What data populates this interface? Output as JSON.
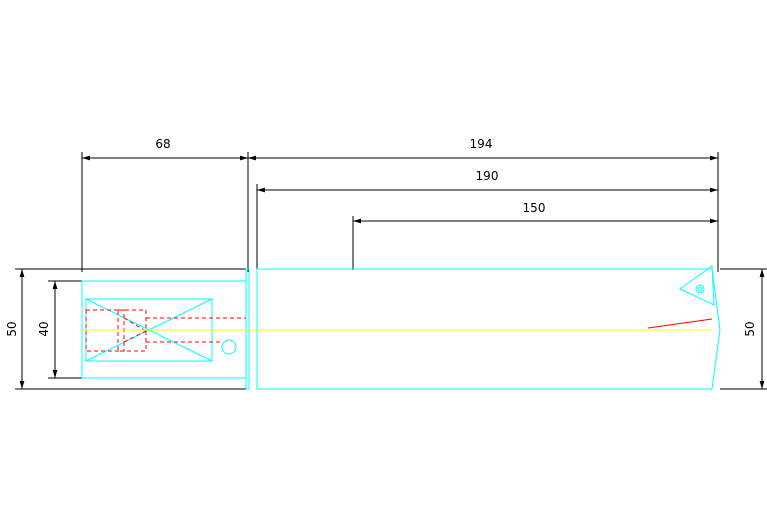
{
  "drawing": {
    "background": "#ffffff",
    "colors": {
      "dimension": "#000000",
      "outline": "#00ffff",
      "hidden": "#ff0000",
      "centerline": "#ffff00"
    },
    "dimensions": {
      "shank_length": "68",
      "overall_length": "194",
      "body_length": "190",
      "flute_length": "150",
      "shank_height": "50",
      "shank_inner_height": "40",
      "body_height": "50"
    }
  }
}
